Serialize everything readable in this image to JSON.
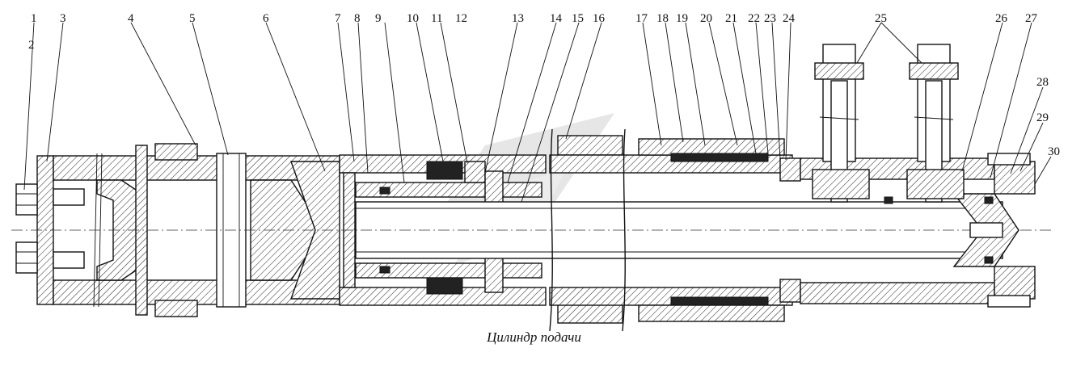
{
  "caption": "Цилиндр подачи",
  "callouts": [
    "1",
    "2",
    "3",
    "4",
    "5",
    "6",
    "7",
    "8",
    "9",
    "10",
    "11",
    "12",
    "13",
    "14",
    "15",
    "16",
    "17",
    "18",
    "19",
    "20",
    "21",
    "22",
    "23",
    "24",
    "25",
    "26",
    "27",
    "28",
    "29",
    "30"
  ]
}
